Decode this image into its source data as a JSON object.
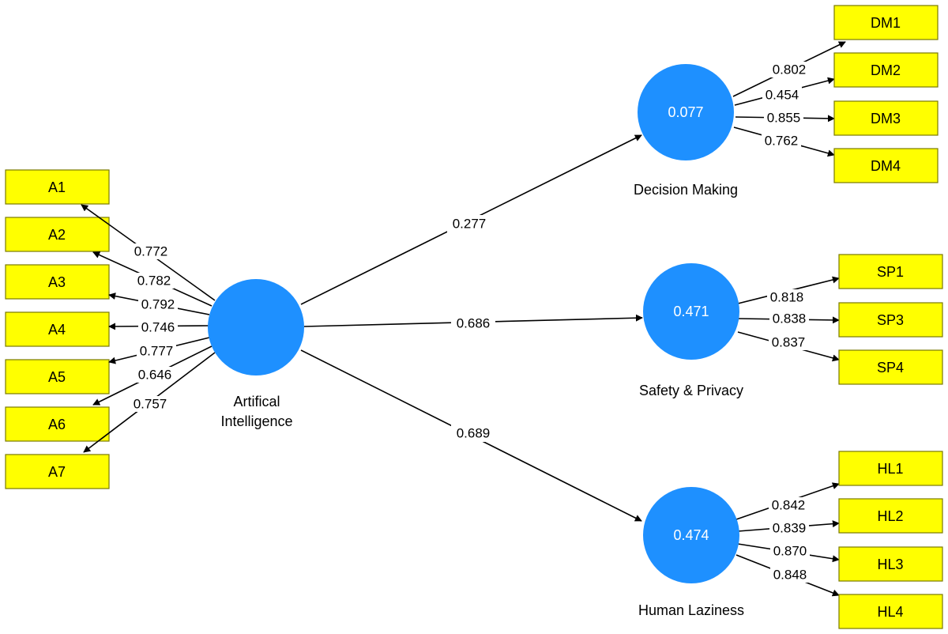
{
  "constructs": {
    "ai": {
      "name_line1": "Artifical",
      "name_line2": "Intelligence",
      "r2": ""
    },
    "dm": {
      "name": "Decision Making",
      "r2": "0.077"
    },
    "sp": {
      "name": "Safety & Privacy",
      "r2": "0.471"
    },
    "hl": {
      "name": "Human Laziness",
      "r2": "0.474"
    }
  },
  "paths": {
    "ai_dm": "0.277",
    "ai_sp": "0.686",
    "ai_hl": "0.689"
  },
  "ai_indicators": [
    {
      "label": "A1",
      "loading": "0.772"
    },
    {
      "label": "A2",
      "loading": "0.782"
    },
    {
      "label": "A3",
      "loading": "0.792"
    },
    {
      "label": "A4",
      "loading": "0.746"
    },
    {
      "label": "A5",
      "loading": "0.777"
    },
    {
      "label": "A6",
      "loading": "0.646"
    },
    {
      "label": "A7",
      "loading": "0.757"
    }
  ],
  "dm_indicators": [
    {
      "label": "DM1",
      "loading": "0.802"
    },
    {
      "label": "DM2",
      "loading": "0.454"
    },
    {
      "label": "DM3",
      "loading": "0.855"
    },
    {
      "label": "DM4",
      "loading": "0.762"
    }
  ],
  "sp_indicators": [
    {
      "label": "SP1",
      "loading": "0.818"
    },
    {
      "label": "SP3",
      "loading": "0.838"
    },
    {
      "label": "SP4",
      "loading": "0.837"
    }
  ],
  "hl_indicators": [
    {
      "label": "HL1",
      "loading": "0.842"
    },
    {
      "label": "HL2",
      "loading": "0.839"
    },
    {
      "label": "HL3",
      "loading": "0.870"
    },
    {
      "label": "HL4",
      "loading": "0.848"
    }
  ],
  "colors": {
    "construct_fill": "#1e90ff",
    "indicator_fill": "#ffff00"
  }
}
